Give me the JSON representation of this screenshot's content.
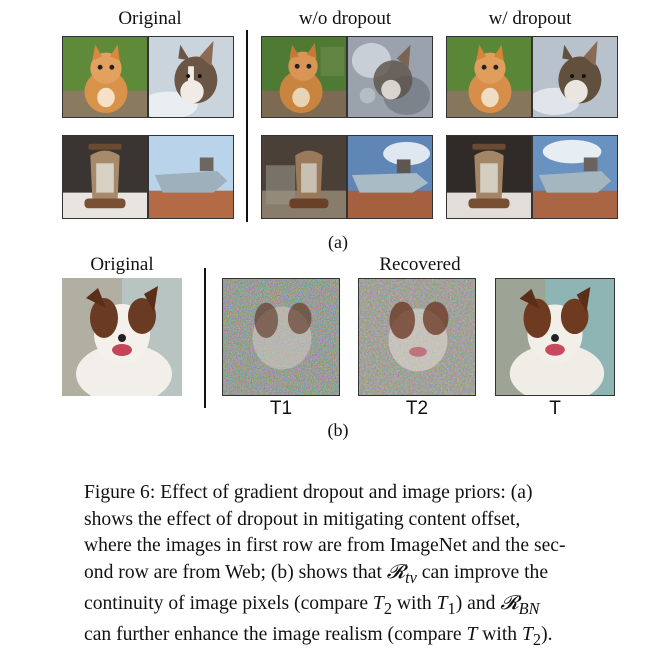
{
  "panel_a": {
    "header_original": "Original",
    "header_wo_dropout": "w/o dropout",
    "header_w_dropout": "w/ dropout",
    "label": "(a)"
  },
  "panel_b": {
    "header_original": "Original",
    "header_recovered": "Recovered",
    "t1": "T1",
    "t2": "T2",
    "t": "T",
    "label": "(b)"
  },
  "caption": {
    "line1": "Figure 6: Effect of gradient dropout and image priors: (a)",
    "line2": "shows the effect of dropout in mitigating content offset,",
    "line3": "where the images in first row are from ImageNet and the sec-",
    "line4_prefix": "ond row are from Web; (b) shows that ",
    "r_tv": "𝓡",
    "r_tv_sub": "tv",
    "line4_suffix": " can improve the",
    "line5_prefix": "continuity of image pixels (compare ",
    "line5_t2": "T",
    "line5_t2_sub": "2",
    "line5_mid": " with ",
    "line5_t1": "T",
    "line5_t1_sub": "1",
    "line5_suffix": ") and ",
    "r_bn": "𝓡",
    "r_bn_sub": "BN",
    "line6_prefix": "can further enhance the image realism (compare ",
    "line6_t": "T",
    "line6_mid": " with ",
    "line6_t2": "T",
    "line6_t2_sub": "2",
    "line6_suffix": ")."
  }
}
